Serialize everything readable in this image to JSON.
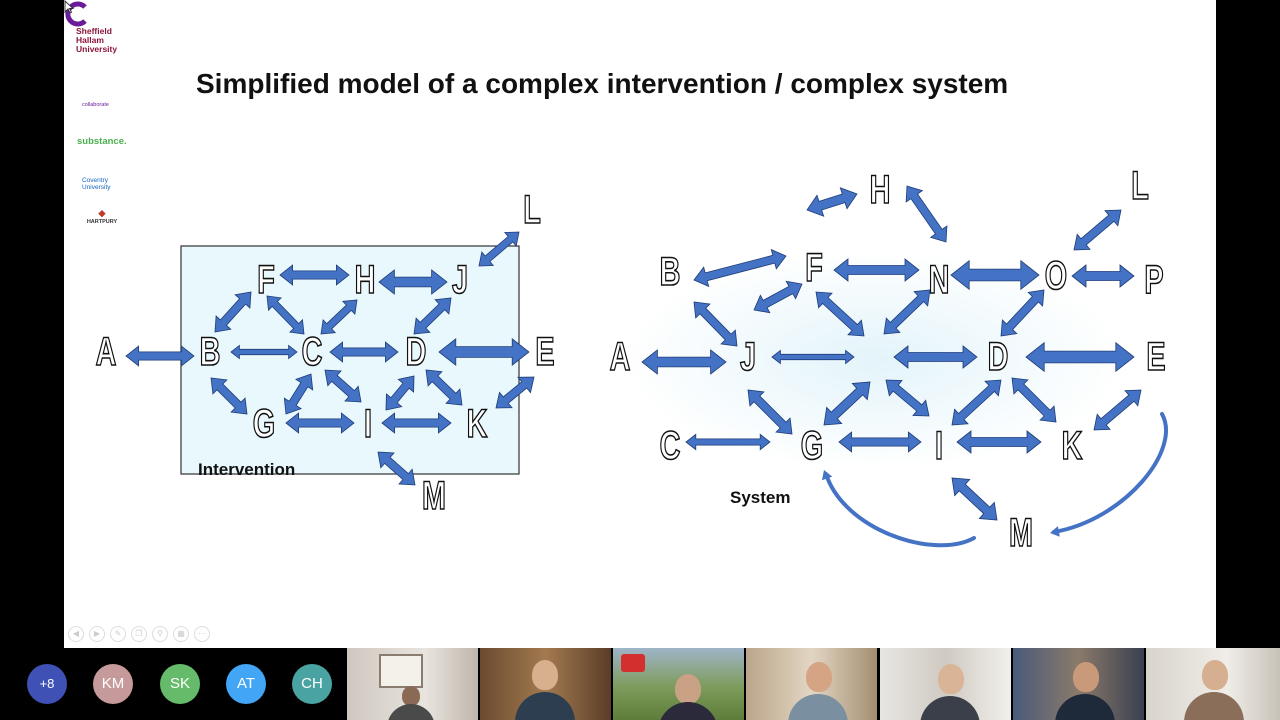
{
  "slide": {
    "title": "Simplified model of a complex intervention / complex system",
    "logos": {
      "shu": [
        "Sheffield",
        "Hallam",
        "University"
      ],
      "collaborate": "collaborate",
      "substance": "substance.",
      "coventry": [
        "Coventry",
        "University"
      ],
      "hartpury": "HARTPURY"
    },
    "intervention_label": "Intervention",
    "system_label": "System",
    "colors": {
      "arrow": "#4472c4",
      "box_fill": "#e8f8fc"
    }
  },
  "diagram_left_nodes": [
    "A",
    "B",
    "C",
    "D",
    "E",
    "F",
    "G",
    "H",
    "I",
    "J",
    "K",
    "L",
    "M"
  ],
  "diagram_right_nodes": [
    "A",
    "B",
    "C",
    "D",
    "E",
    "F",
    "G",
    "H",
    "I",
    "J",
    "K",
    "L",
    "M",
    "N",
    "O",
    "P"
  ],
  "participants": {
    "more_count": "+8",
    "initials": [
      "KM",
      "SK",
      "AT",
      "CH"
    ],
    "colors": [
      "#3f51b5",
      "#c69a9a",
      "#66bb6a",
      "#42a5f5",
      "#4aa3a3"
    ]
  }
}
